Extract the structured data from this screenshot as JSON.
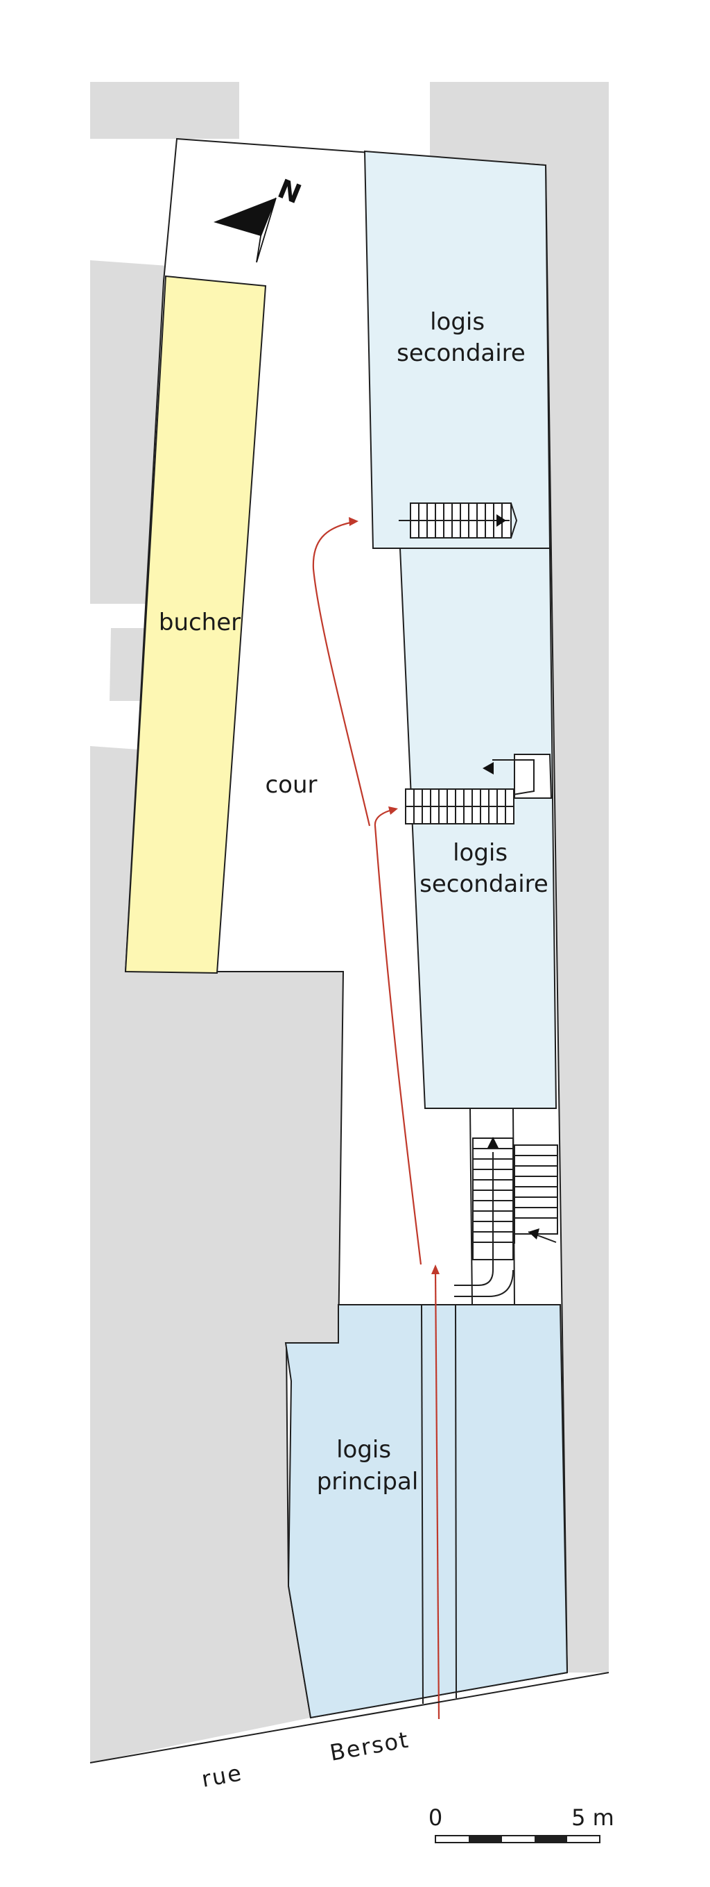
{
  "plan": {
    "colors": {
      "neighbor": "#dcdcdc",
      "outline": "#1f1f1f",
      "logis_secondaire": "#e3f1f7",
      "logis_principal": "#d2e7f3",
      "bucher": "#fdf7b3",
      "path_arrow": "#c0392b"
    },
    "icons": {
      "north_arrow": "north-arrow-icon"
    },
    "north_letter": "N",
    "rooms": {
      "logis_secondaire_1": [
        "logis",
        "secondaire"
      ],
      "logis_secondaire_2": [
        "logis",
        "secondaire"
      ],
      "logis_principal": [
        "logis",
        "principal"
      ],
      "bucher": "bucher",
      "cour": "cour"
    },
    "street": {
      "word1": "rue",
      "word2": "Bersot"
    },
    "scale_bar": {
      "start_label": "0",
      "end_label": "5 m"
    }
  }
}
